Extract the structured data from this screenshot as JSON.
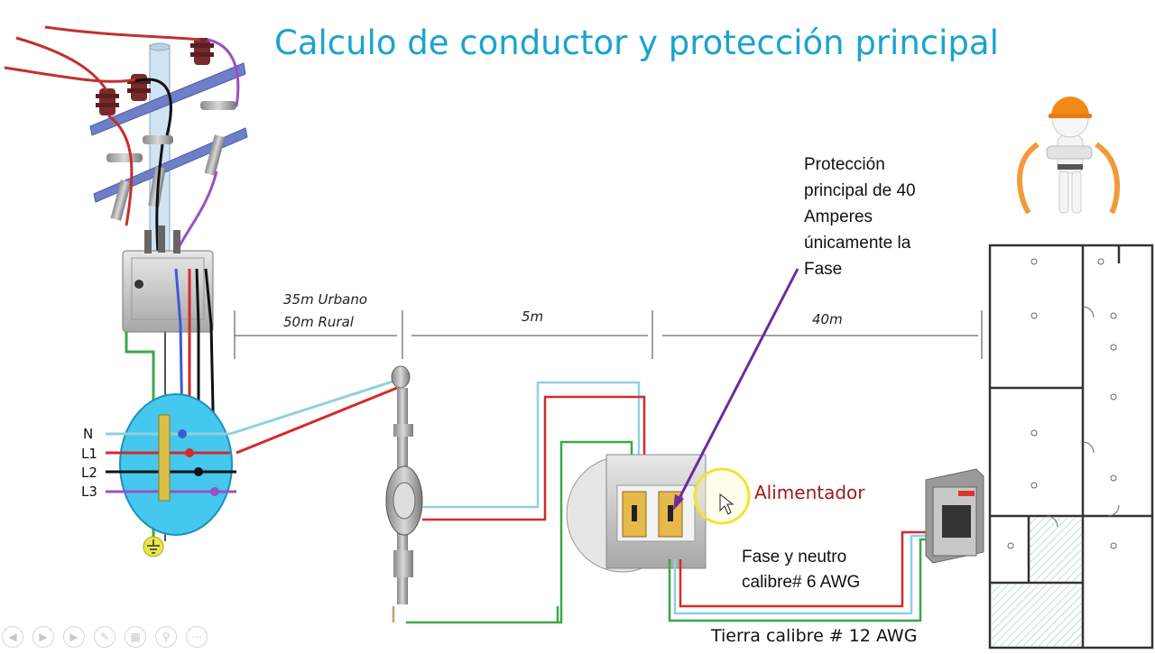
{
  "title": "Calculo de conductor y protección principal",
  "dimensions": {
    "segment1_line1": "35m Urbano",
    "segment1_line2": "50m Rural",
    "segment2": "5m",
    "segment3": "40m"
  },
  "phases": [
    "N",
    "L1",
    "L2",
    "L3"
  ],
  "annotations": {
    "proteccion": [
      "Protección",
      "principal de 40",
      "Amperes",
      "únicamente la",
      "Fase"
    ],
    "alimentador": "Alimentador",
    "fase_neutro": [
      "Fase y neutro",
      "calibre# 6 AWG"
    ],
    "tierra": "Tierra calibre # 12 AWG"
  },
  "colors": {
    "title": "#1aa3cf",
    "wire_phase": "#d42a2a",
    "wire_neutral": "#8fd0e0",
    "wire_ground": "#3aa84a",
    "wire_black": "#111111",
    "wire_purple": "#9b4fc4",
    "arrow": "#6a2ca0",
    "meter_circle": "#45c8ee",
    "alimentador_text": "#a11a1a",
    "highlight_ring": "#f2e335"
  },
  "toolbar_icons": [
    "back-icon",
    "play-icon",
    "forward-icon",
    "pen-icon",
    "slides-icon",
    "zoom-icon",
    "more-icon"
  ]
}
